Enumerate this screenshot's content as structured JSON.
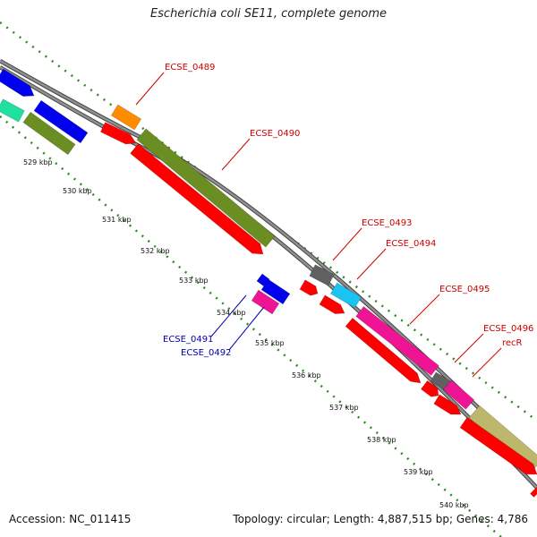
{
  "title": "Escherichia coli SE11, complete genome",
  "footer": {
    "accession": "Accession: NC_011415",
    "summary": "Topology: circular; Length: 4,887,515 bp; Genes: 4,786"
  },
  "ticks": [
    "529 kbp",
    "530 kbp",
    "531 kbp",
    "532 kbp",
    "533 kbp",
    "534 kbp",
    "535 kbp",
    "536 kbp",
    "537 kbp",
    "538 kbp",
    "539 kbp",
    "540 kbp"
  ],
  "labels": {
    "ecse_0489": "ECSE_0489",
    "ecse_0490": "ECSE_0490",
    "ecse_0491": "ECSE_0491",
    "ecse_0492": "ECSE_0492",
    "ecse_0493": "ECSE_0493",
    "ecse_0494": "ECSE_0494",
    "ecse_0495": "ECSE_0495",
    "ecse_0496": "ECSE_0496",
    "recR": "recR"
  },
  "colors": {
    "backbone": "#909090",
    "backbone_edge": "#444444",
    "dots": "#2e8b22",
    "cds": "#ff0000",
    "blue": "#0000ee",
    "teal": "#20e0a0",
    "olive": "#6b8e23",
    "orange": "#ff8c00",
    "grey": "#606060",
    "cyan": "#19c4f0",
    "magenta": "#ee1493",
    "khaki": "#bdb76b",
    "label_red": "#cc0000",
    "label_blue": "#0000aa"
  }
}
